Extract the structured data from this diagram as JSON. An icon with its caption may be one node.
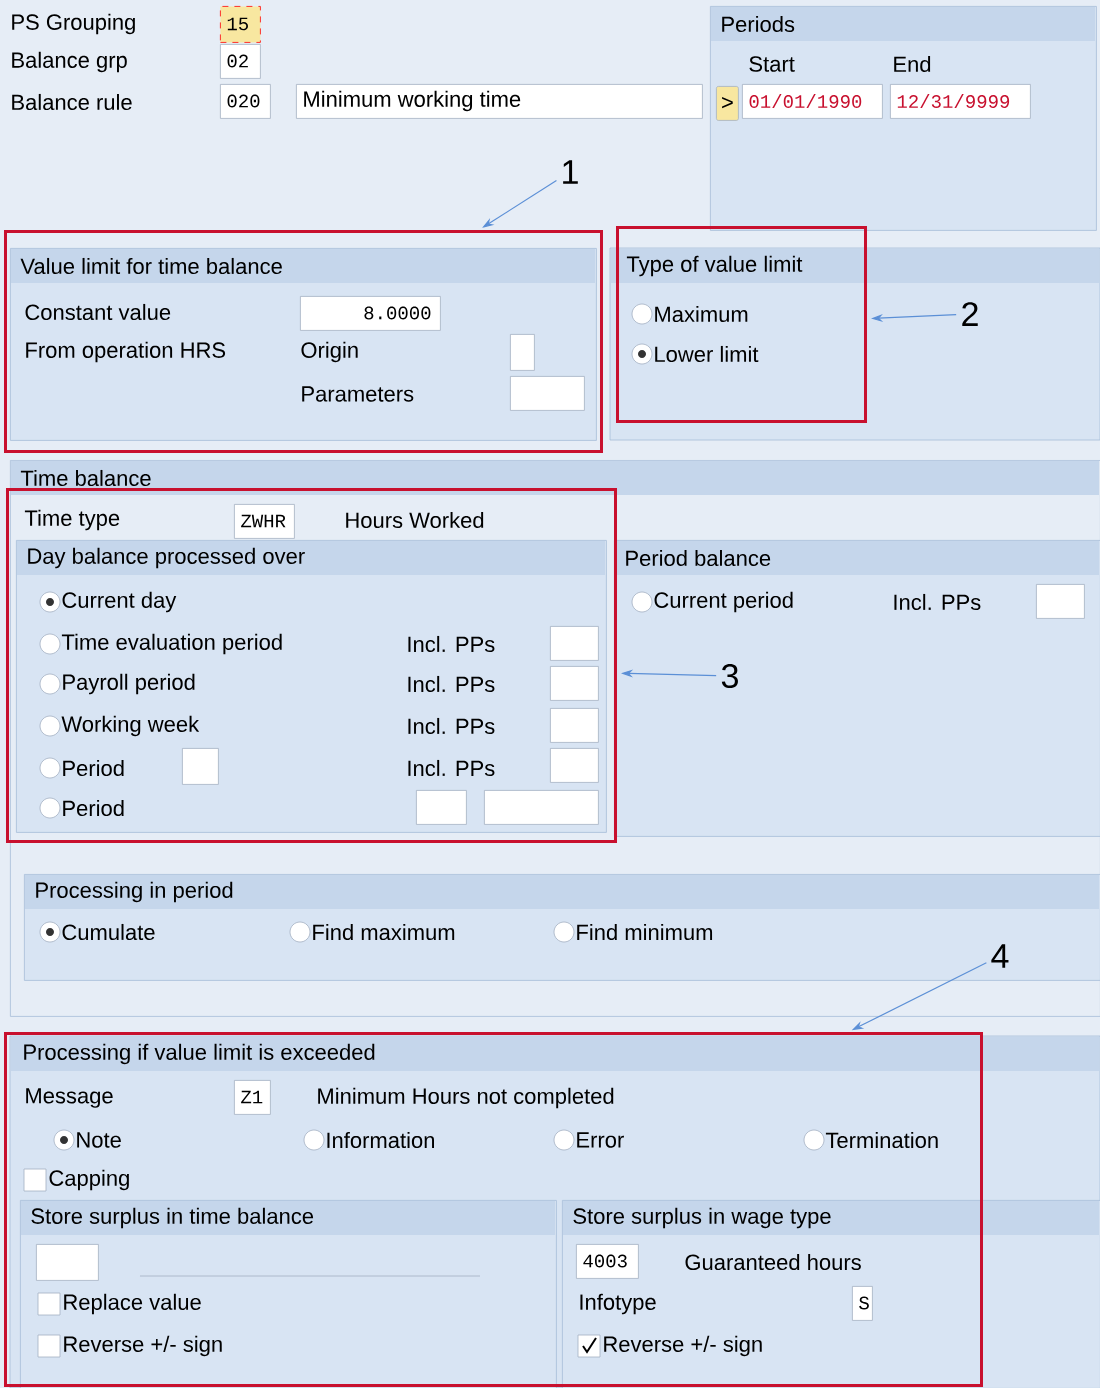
{
  "diagram": {
    "nodes": [
      {
        "text": [
          "Periods"
        ]
      },
      {
        "text": [
          "15"
        ]
      },
      {
        "text": [
          "02"
        ]
      },
      {
        "text": [
          "020"
        ]
      },
      {
        "text": [
          "Minimum working time"
        ]
      },
      {
        "text": [
          ">"
        ],
        "in": 0
      },
      {
        "text": [
          "01/01/1990"
        ],
        "in": 0
      },
      {
        "text": [
          "12/31/9999"
        ],
        "in": 0
      },
      {
        "text": [
          "1"
        ]
      },
      {
        "text": [],
        "shape": "box"
      },
      {
        "text": [
          "Value limit for time balance"
        ],
        "in": 9
      },
      {
        "text": [
          "8.0000"
        ],
        "in": 10
      },
      {
        "text": [],
        "shape": "box",
        "in": 10
      },
      {
        "text": [],
        "shape": "box",
        "in": 10
      },
      {
        "text": [
          "Type of value limit"
        ]
      },
      {
        "text": [
          "2"
        ]
      },
      {
        "text": [
          "Time balance"
        ]
      },
      {
        "text": [],
        "shape": "box",
        "in": 16
      },
      {
        "text": [
          "ZWHR"
        ],
        "in": 17
      },
      {
        "text": [
          "Day balance processed over"
        ],
        "in": 17
      },
      {
        "text": [],
        "shape": "box",
        "in": 19
      },
      {
        "text": [],
        "shape": "box",
        "in": 19
      },
      {
        "text": [],
        "shape": "box",
        "in": 19
      },
      {
        "text": [],
        "shape": "box",
        "in": 19
      },
      {
        "text": [],
        "shape": "box",
        "in": 19
      },
      {
        "text": [],
        "shape": "box",
        "in": 19
      },
      {
        "text": [],
        "shape": "box",
        "in": 19
      },
      {
        "text": [
          "Period balance"
        ],
        "in": 16
      },
      {
        "text": [],
        "shape": "box",
        "in": 27
      },
      {
        "text": [
          "3"
        ],
        "in": 27
      },
      {
        "text": [
          "Processing in period"
        ],
        "in": 16
      },
      {
        "text": [
          "4"
        ],
        "in": 30
      },
      {
        "text": [
          "Processing if value limit is exceeded"
        ]
      },
      {
        "text": [
          "Z1"
        ],
        "in": 32
      },
      {
        "text": [
          "Store surplus in time balance"
        ],
        "in": 32
      },
      {
        "text": [],
        "shape": "box",
        "in": 34
      },
      {
        "text": [
          "Store surplus in wage type"
        ]
      },
      {
        "text": [
          "4003"
        ]
      },
      {
        "text": [
          "S"
        ]
      }
    ],
    "edges": [
      {
        "from": 8,
        "to": 9,
        "arrow": "to"
      },
      {
        "from": 15,
        "to": 14,
        "arrow": "to"
      },
      {
        "from": 29,
        "to": 17,
        "arrow": "to"
      },
      {
        "from": 31,
        "to": 32,
        "arrow": "to"
      }
    ],
    "labels": [
      "PS Grouping",
      "Balance grp",
      "Balance rule",
      "Start",
      "End",
      "Constant value",
      "From operation HRS",
      "Origin",
      "Parameters",
      "Maximum",
      "Lower limit",
      "Time type",
      "Hours Worked",
      "Current day",
      "Time evaluation period",
      "Incl. PPs",
      "Payroll period",
      "Incl. PPs",
      "Working week",
      "Incl. PPs",
      "Period",
      "Incl. PPs",
      "Period",
      "Current period",
      "Incl. PPs",
      "Cumulate",
      "Find maximum",
      "Find minimum",
      "Message",
      "Minimum Hours not completed",
      "Note",
      "Information",
      "Error",
      "Termination",
      "Capping",
      "Replace value",
      "Reverse +/- sign",
      "Guaranteed hours",
      "Infotype",
      "Reverse +/- sign"
    ]
  }
}
